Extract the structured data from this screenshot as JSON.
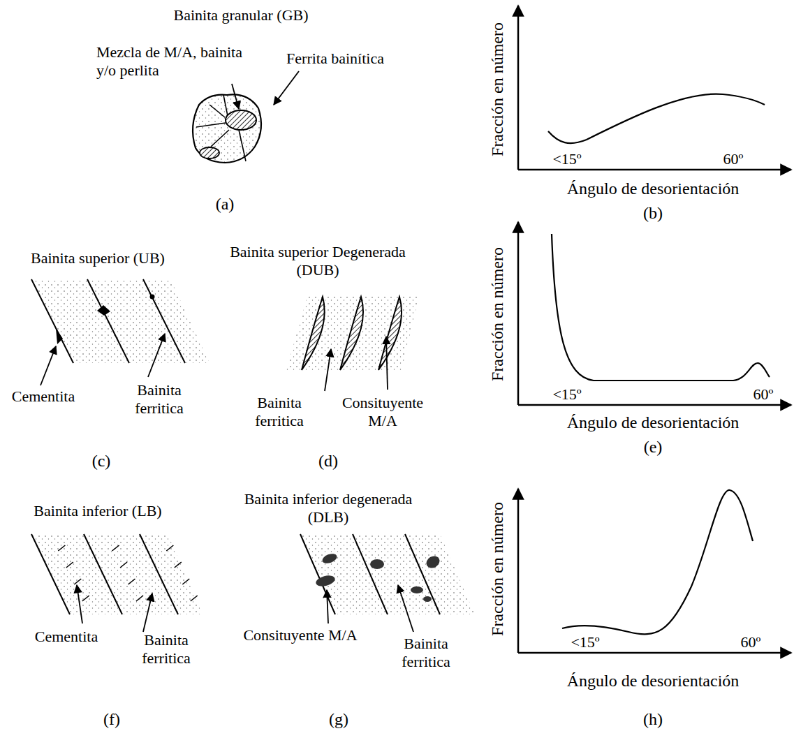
{
  "diagram": {
    "labels": [
      "Bainita granular (GB)",
      "Mezcla de M/A, bainita y/o perlita",
      "Ferrita bainítica",
      "(a)",
      "Fracción en número",
      "<15º",
      "60º",
      "Ángulo de desorientación",
      "(b)",
      "Bainita superior (UB)",
      "Bainita superior Degenerada (DUB)",
      "Cementita",
      "Bainita ferritica",
      "Bainita ferritica",
      "Consituyente M/A",
      "(c)",
      "(d)",
      "Fracción en número",
      "<15º",
      "60º",
      "Ángulo de desorientación",
      "(e)",
      "Bainita inferior (LB)",
      "Bainita inferior degenerada (DLB)",
      "Cementita",
      "Bainita ferritica",
      "Consituyente M/A",
      "Bainita ferritica",
      "(f)",
      "(g)",
      "Fracción en número",
      "<15º",
      "60º",
      "Ángulo de desorientación",
      "(h)"
    ]
  }
}
